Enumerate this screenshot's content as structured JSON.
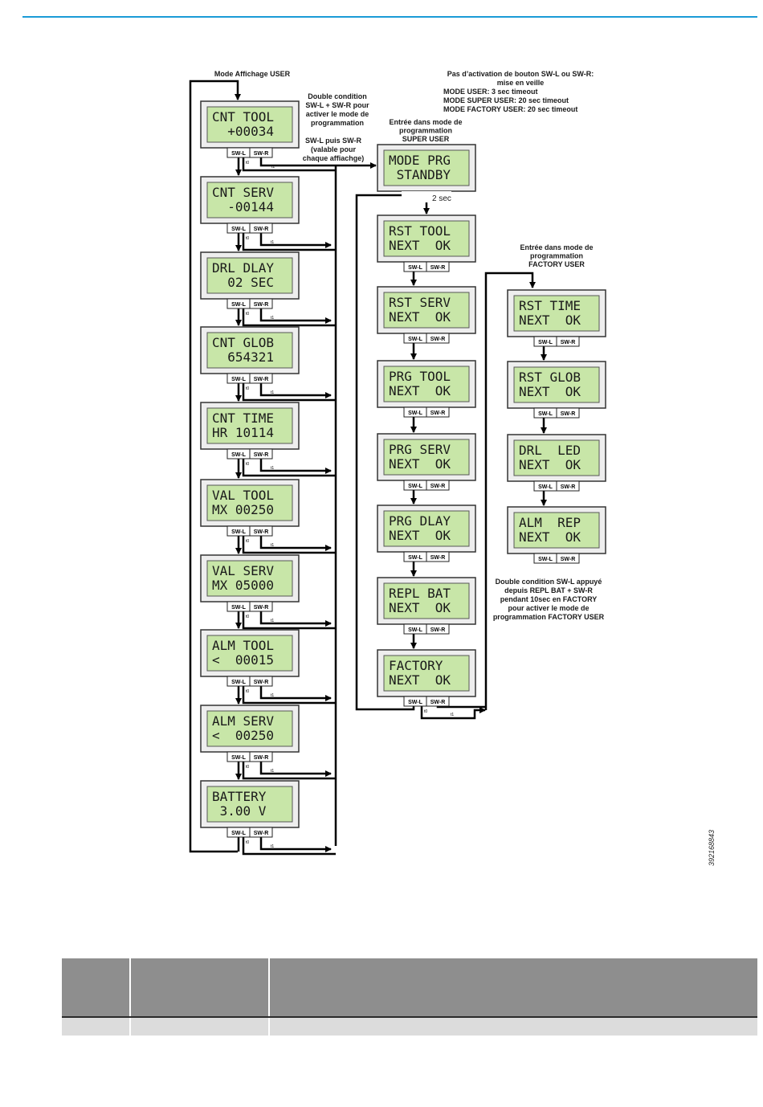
{
  "annotations": {
    "mode_user": "Mode Affichage USER",
    "double_condition": [
      "Double condition",
      "SW-L + SW-R pour",
      "activer le mode de",
      "programmation"
    ],
    "swl_then_swr": [
      "SW-L puis SW-R",
      "(valable pour",
      "chaque affiachge)"
    ],
    "no_activation": [
      "Pas d’activation de bouton  SW-L ou SW-R:",
      "mise en veille",
      "MODE USER: 3 sec timeout",
      "MODE SUPER USER: 20 sec timeout",
      "MODE FACTORY USER: 20 sec timeout"
    ],
    "super_user_entry": [
      "Entrée dans mode de",
      "programmation",
      "SUPER USER"
    ],
    "two_sec": "2 sec",
    "factory_entry": [
      "Entrée dans mode de",
      "programmation",
      "FACTORY USER"
    ],
    "factory_condition": [
      "Double condition SW-L appuyé",
      "depuis REPL BAT + SW-R",
      "pendant 10sec en FACTORY",
      "pour activer le mode de",
      "programmation FACTORY USER"
    ],
    "figure_id": "392168843"
  },
  "buttons": {
    "left": "SW-L",
    "right": "SW-R",
    "t0": "t0",
    "t1": "t1"
  },
  "user_column": [
    [
      "CNT TOOL",
      "  +00034"
    ],
    [
      "CNT SERV",
      "  -00144"
    ],
    [
      "DRL DLAY",
      "  02 SEC"
    ],
    [
      "CNT GLOB",
      "  654321"
    ],
    [
      "CNT TIME",
      "HR 10114"
    ],
    [
      "VAL TOOL",
      "MX 00250"
    ],
    [
      "VAL SERV",
      "MX 05000"
    ],
    [
      "ALM TOOL",
      "<  00015"
    ],
    [
      "ALM SERV",
      "<  00250"
    ],
    [
      "BATTERY ",
      " 3.00 V "
    ]
  ],
  "standby": [
    "MODE PRG",
    " STANDBY"
  ],
  "super_column": [
    [
      "RST TOOL",
      "NEXT  OK"
    ],
    [
      "RST SERV",
      "NEXT  OK"
    ],
    [
      "PRG TOOL",
      "NEXT  OK"
    ],
    [
      "PRG SERV",
      "NEXT  OK"
    ],
    [
      "PRG DLAY",
      "NEXT  OK"
    ],
    [
      "REPL BAT",
      "NEXT  OK"
    ],
    [
      "FACTORY ",
      "NEXT  OK"
    ]
  ],
  "factory_column": [
    [
      "RST TIME",
      "NEXT  OK"
    ],
    [
      "RST GLOB",
      "NEXT  OK"
    ],
    [
      "DRL  LED",
      "NEXT  OK"
    ],
    [
      "ALM  REP",
      "NEXT  OK"
    ]
  ],
  "colors": {
    "lcd_fill": "#c8e6a8",
    "frame_fill": "#eeeeee",
    "accent_rule": "#1a9bd7",
    "table_header": "#8e8e8e",
    "table_row": "#dcdcdc"
  }
}
